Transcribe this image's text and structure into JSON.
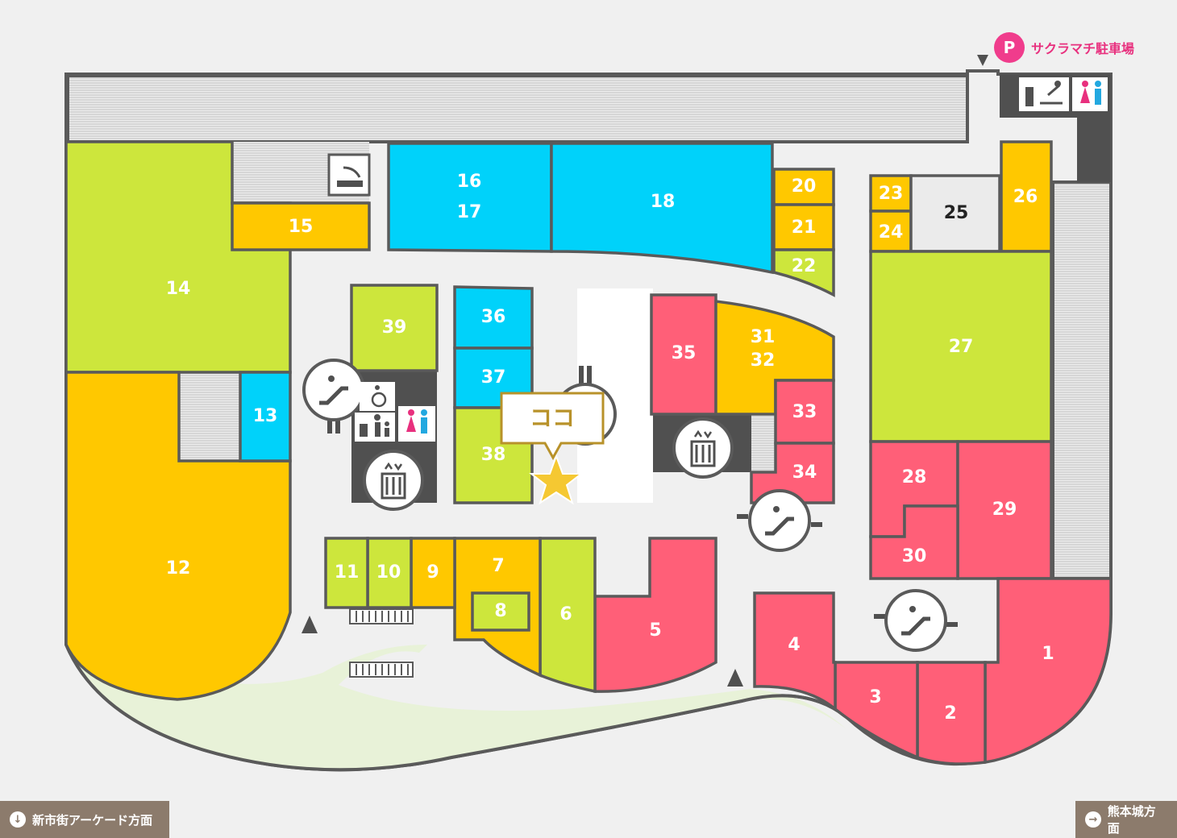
{
  "parking": {
    "icon_letter": "P",
    "label": "サクラマチ駐車場"
  },
  "nav": {
    "left_label": "新市街アーケード方面",
    "left_icon": "arrow-down-icon",
    "right_label": "熊本城方面",
    "right_icon": "arrow-right-icon"
  },
  "here_label": "ココ",
  "category_colors": {
    "fashion": "#cde63c",
    "food": "#ffc800",
    "service": "#00d2fa",
    "goods": "#ff5f78",
    "other": "#ebebeb"
  },
  "stores": [
    {
      "id": "1",
      "label": "1"
    },
    {
      "id": "2",
      "label": "2"
    },
    {
      "id": "3",
      "label": "3"
    },
    {
      "id": "4",
      "label": "4"
    },
    {
      "id": "5",
      "label": "5"
    },
    {
      "id": "6",
      "label": "6"
    },
    {
      "id": "7",
      "label": "7"
    },
    {
      "id": "8",
      "label": "8"
    },
    {
      "id": "9",
      "label": "9"
    },
    {
      "id": "10",
      "label": "10"
    },
    {
      "id": "11",
      "label": "11"
    },
    {
      "id": "12",
      "label": "12"
    },
    {
      "id": "13",
      "label": "13"
    },
    {
      "id": "14",
      "label": "14"
    },
    {
      "id": "15",
      "label": "15"
    },
    {
      "id": "16-17",
      "label": "16"
    },
    {
      "id": "16-17b",
      "label": "17"
    },
    {
      "id": "18",
      "label": "18"
    },
    {
      "id": "20",
      "label": "20"
    },
    {
      "id": "21",
      "label": "21"
    },
    {
      "id": "22",
      "label": "22"
    },
    {
      "id": "23",
      "label": "23"
    },
    {
      "id": "24",
      "label": "24"
    },
    {
      "id": "25",
      "label": "25"
    },
    {
      "id": "26",
      "label": "26"
    },
    {
      "id": "27",
      "label": "27"
    },
    {
      "id": "28",
      "label": "28"
    },
    {
      "id": "29",
      "label": "29"
    },
    {
      "id": "30",
      "label": "30"
    },
    {
      "id": "31-32",
      "label": "31"
    },
    {
      "id": "31-32b",
      "label": "32"
    },
    {
      "id": "33",
      "label": "33"
    },
    {
      "id": "34",
      "label": "34"
    },
    {
      "id": "35",
      "label": "35"
    },
    {
      "id": "36",
      "label": "36"
    },
    {
      "id": "37",
      "label": "37"
    },
    {
      "id": "38",
      "label": "38"
    },
    {
      "id": "39",
      "label": "39"
    }
  ],
  "facility_icons": [
    "escalator-icon",
    "elevator-icon",
    "restroom-icon",
    "wheelchair-icon",
    "baby-care-icon",
    "smoking-area-icon",
    "entrance-arrow-icon",
    "current-location-star-icon"
  ]
}
